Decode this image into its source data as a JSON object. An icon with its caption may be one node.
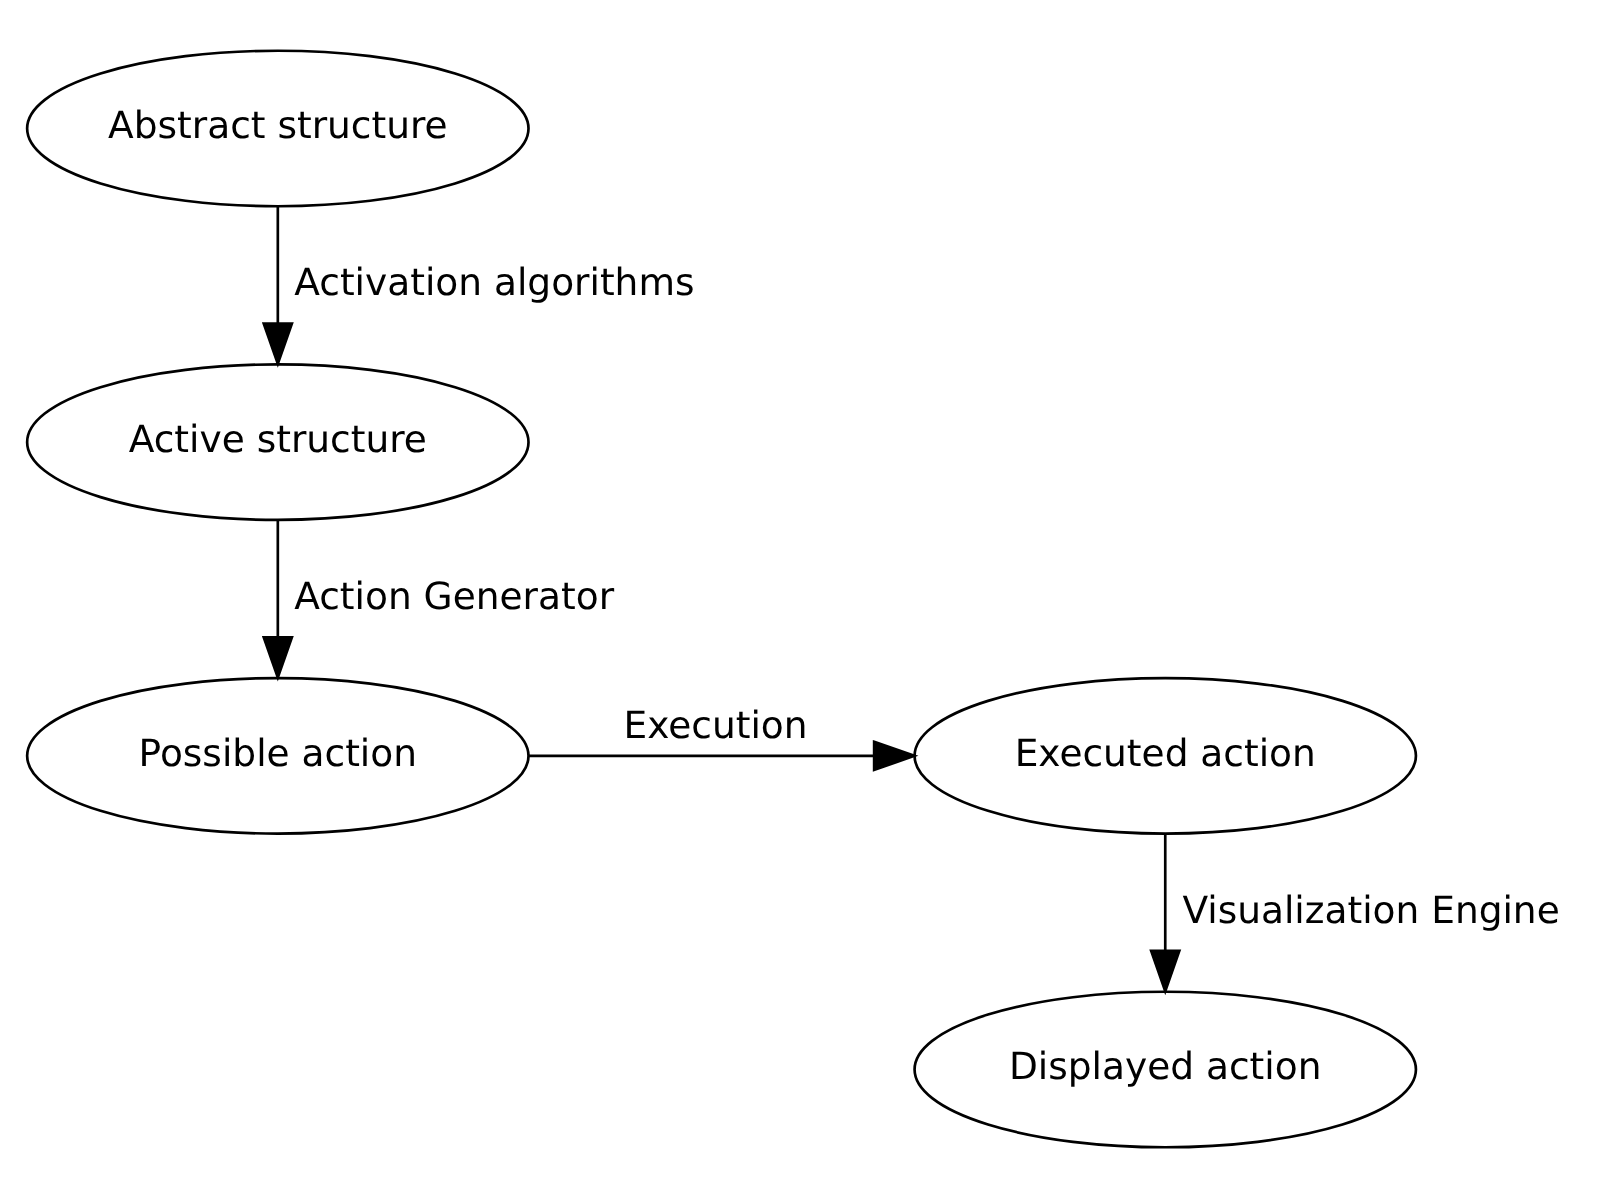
{
  "diagram": {
    "nodes": [
      {
        "text": [
          "Abstract structure"
        ]
      },
      {
        "text": [
          "Active structure"
        ]
      },
      {
        "text": [
          "Possible action"
        ]
      },
      {
        "text": [
          "Executed action"
        ]
      },
      {
        "text": [
          "Displayed action"
        ]
      }
    ],
    "edges": [
      {
        "from": 0,
        "to": 1,
        "arrow": "to",
        "label": "Activation algorithms"
      },
      {
        "from": 1,
        "to": 2,
        "arrow": "to",
        "label": "Action Generator"
      },
      {
        "from": 2,
        "to": 3,
        "arrow": "to",
        "label": "Execution"
      },
      {
        "from": 3,
        "to": 4,
        "arrow": "to",
        "label": "Visualization Engine"
      }
    ]
  }
}
